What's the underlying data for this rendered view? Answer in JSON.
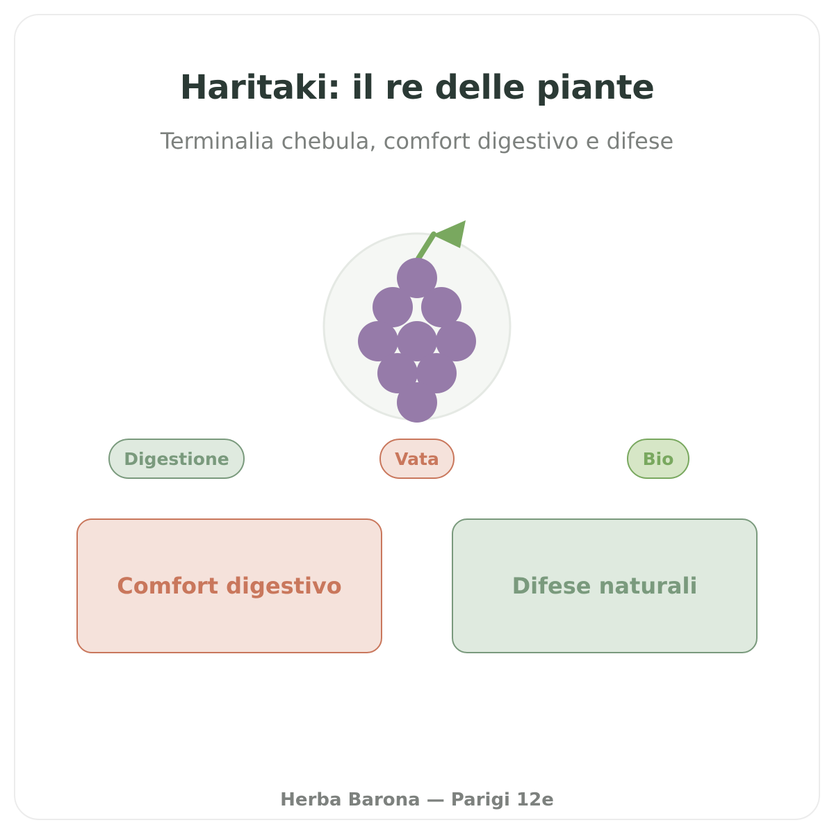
{
  "header": {
    "title": "Haritaki: il re delle piante",
    "subtitle": "Terminalia chebula, comfort digestivo e difese"
  },
  "illustration": {
    "icon": "grape-cluster-icon",
    "colors": {
      "background_circle": "#f5f7f4",
      "fruit": "#967ba9",
      "stem": "#79a85f"
    }
  },
  "tags": [
    {
      "label": "Digestione",
      "color": "#7a9a7d"
    },
    {
      "label": "Vata",
      "color": "#c9775c"
    },
    {
      "label": "Bio",
      "color": "#79a85f"
    }
  ],
  "benefits": [
    {
      "label": "Comfort digestivo",
      "color": "#c9775c"
    },
    {
      "label": "Difese naturali",
      "color": "#7a9a7d"
    }
  ],
  "footer": {
    "text": "Herba Barona — Parigi 12e"
  }
}
